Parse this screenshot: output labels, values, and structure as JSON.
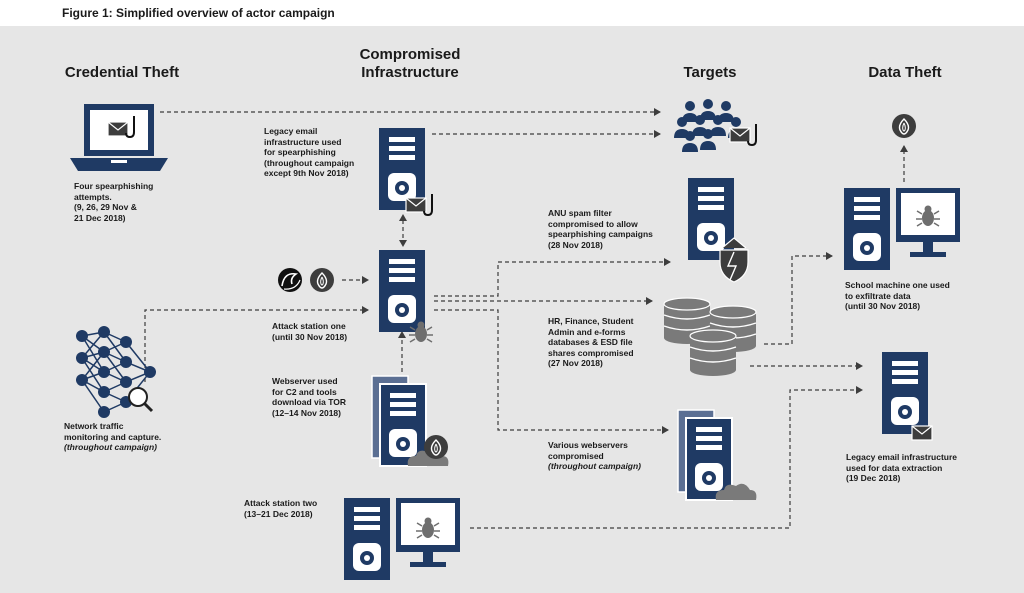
{
  "figure_title": "Figure 1: Simplified overview of actor campaign",
  "headers": {
    "credential_theft": "Credential Theft",
    "compromised_infrastructure_1": "Compromised",
    "compromised_infrastructure_2": "Infrastructure",
    "targets": "Targets",
    "data_theft": "Data Theft"
  },
  "labels": {
    "spearphishing": {
      "l1": "Four spearphishing",
      "l2": "attempts.",
      "l3": "(9, 26, 29 Nov &",
      "l4": "21 Dec 2018)"
    },
    "network_traffic": {
      "l1": "Network traffic",
      "l2": "monitoring and capture.",
      "l3": "(throughout campaign)"
    },
    "legacy_email": {
      "l1": "Legacy email",
      "l2": "infrastructure used",
      "l3": "for spearphishing",
      "l4": "(throughout campaign",
      "l5": "except 9th Nov 2018)"
    },
    "attack_station_one": {
      "l1": "Attack station one",
      "l2": "(until 30 Nov 2018)"
    },
    "webserver_c2": {
      "l1": "Webserver used",
      "l2": "for C2 and tools",
      "l3": "download via TOR",
      "l4": "(12–14 Nov 2018)"
    },
    "attack_station_two": {
      "l1": "Attack station two",
      "l2": "(13–21 Dec 2018)"
    },
    "anu_spam": {
      "l1": "ANU spam filter",
      "l2": "compromised to allow",
      "l3": "spearphishing campaigns",
      "l4": "(28 Nov 2018)"
    },
    "hr_finance": {
      "l1": "HR, Finance, Student",
      "l2": "Admin and e-forms",
      "l3": "databases & ESD file",
      "l4": "shares compromised",
      "l5": "(27 Nov 2018)"
    },
    "various_webservers": {
      "l1": "Various webservers",
      "l2": "compromised",
      "l3": "(throughout campaign)"
    },
    "school_machine": {
      "l1": "School machine one used",
      "l2": "to exfiltrate data",
      "l3": "(until 30 Nov 2018)"
    },
    "legacy_email_extraction": {
      "l1": "Legacy email infrastructure",
      "l2": "used for data extraction",
      "l3": "(19 Dec 2018)"
    }
  },
  "colors": {
    "navy": "#1f3a64",
    "light_blue": "#5b6f93",
    "grey": "#7a7a7a",
    "dark": "#3d3d3d",
    "panel": "#e6e6e6"
  },
  "icons": [
    "laptop-icon",
    "email-hook-icon",
    "neural-network-icon",
    "magnifier-icon",
    "server-icon",
    "tor-onion-icon",
    "cloud-icon",
    "bug-icon",
    "monitor-icon",
    "people-group-icon",
    "database-icon",
    "shield-bolt-icon",
    "swirl-logo-icon"
  ]
}
